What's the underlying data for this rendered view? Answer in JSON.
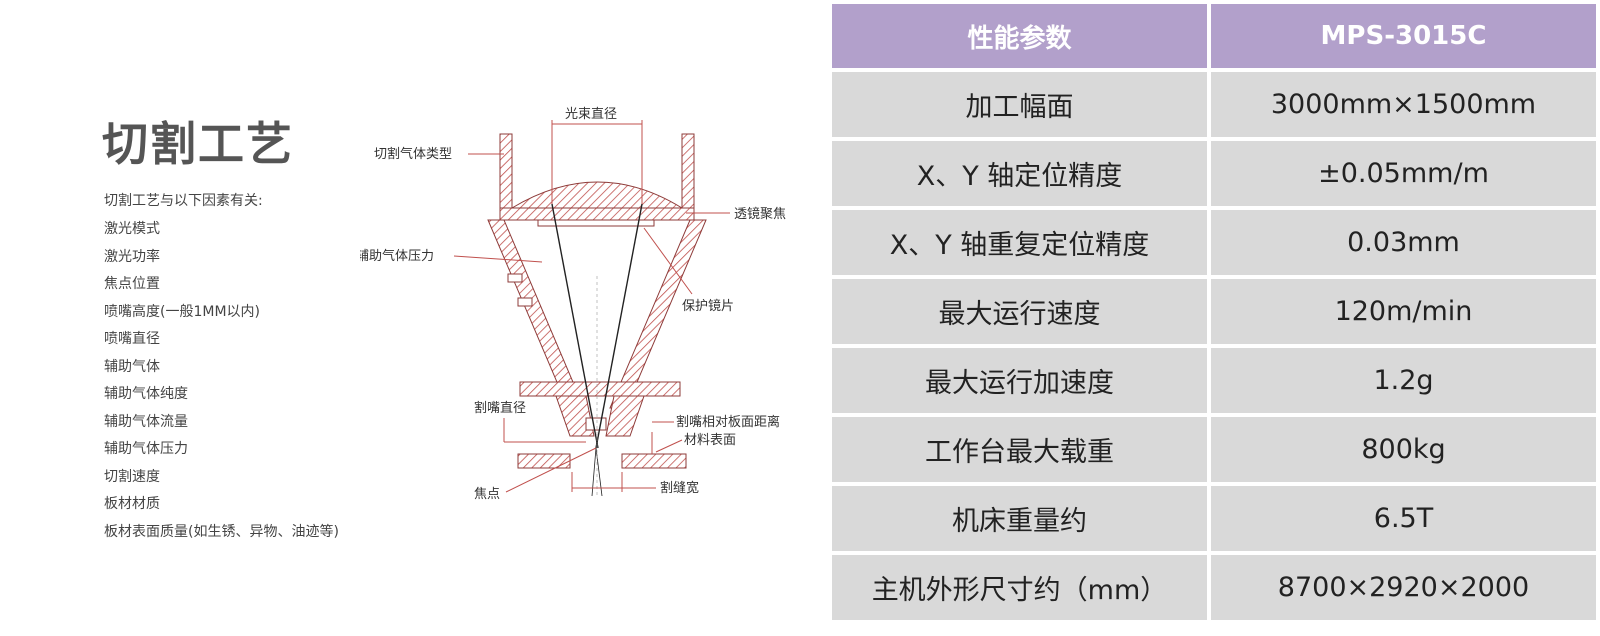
{
  "process": {
    "title": "切割工艺",
    "intro": "切割工艺与以下因素有关:",
    "factors": [
      "激光模式",
      "激光功率",
      "焦点位置",
      "喷嘴高度(一般1MM以内)",
      "喷嘴直径",
      "辅助气体",
      "辅助气体纯度",
      "辅助气体流量",
      "辅助气体压力",
      "切割速度",
      "板材材质",
      "板材表面质量(如生锈、异物、油迹等)"
    ]
  },
  "diagram": {
    "hatch_color": "#c0504d",
    "labels": {
      "beam_diameter": "光束直径",
      "gas_type": "切割气体类型",
      "lens_focus": "透镜聚焦",
      "gas_pressure": "辅助气体压力",
      "protective_lens": "保护镜片",
      "nozzle_diameter": "割嘴直径",
      "nozzle_distance": "割嘴相对板面距离",
      "material_surface": "材料表面",
      "focus_point": "焦点",
      "kerf_width": "割缝宽"
    }
  },
  "specs": {
    "header": [
      "性能参数",
      "MPS-3015C"
    ],
    "header_color": "#b2a0cb",
    "row_color": "#d9d9d9",
    "rows": [
      [
        "加工幅面",
        "3000mm×1500mm"
      ],
      [
        "X、Y 轴定位精度",
        "±0.05mm/m"
      ],
      [
        "X、Y 轴重复定位精度",
        "0.03mm"
      ],
      [
        "最大运行速度",
        "120m/min"
      ],
      [
        "最大运行加速度",
        "1.2g"
      ],
      [
        "工作台最大载重",
        "800kg"
      ],
      [
        "机床重量约",
        "6.5T"
      ],
      [
        "主机外形尺寸约（mm）",
        "8700×2920×2000"
      ]
    ]
  }
}
